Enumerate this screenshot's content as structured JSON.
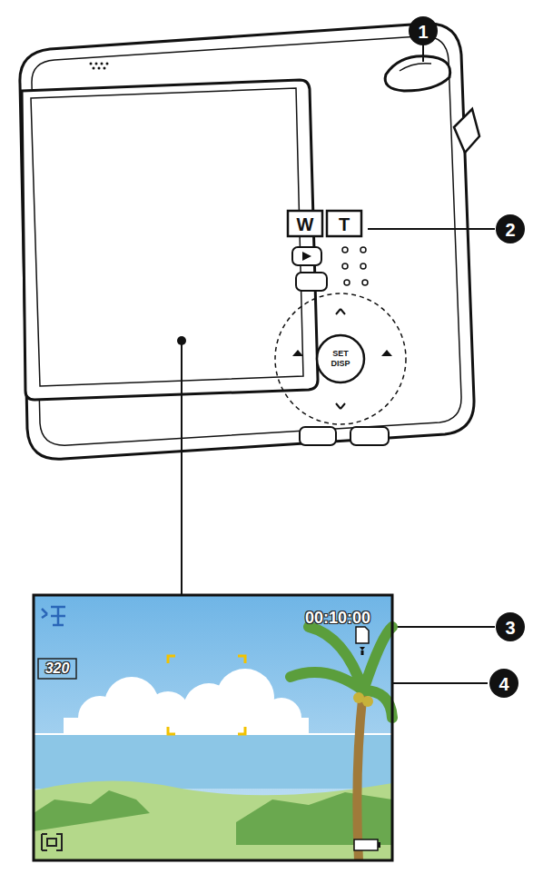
{
  "diagram": {
    "labels": [
      "1",
      "2",
      "3",
      "4",
      "W",
      "T",
      "SET",
      "DISP",
      "00:10:00",
      "320"
    ]
  }
}
